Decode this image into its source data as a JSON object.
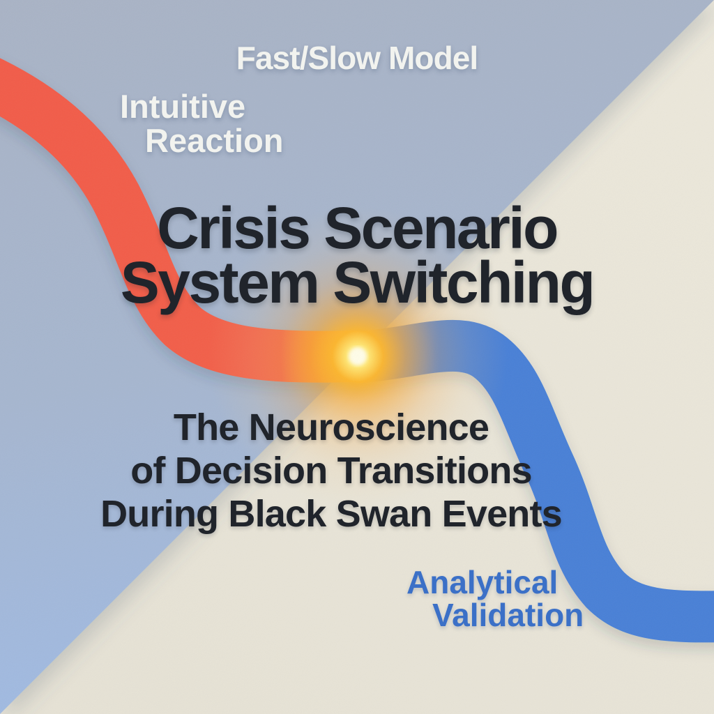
{
  "poster": {
    "header_label": "Fast/Slow Model",
    "title": {
      "line1": "Crisis Scenario",
      "line2": "System Switching"
    },
    "subtitle": {
      "line1": "The Neuroscience",
      "line2": "of Decision Transitions",
      "line3": "During Black Swan Events"
    },
    "fast_system_label": {
      "line1": "Intuitive",
      "line2": "Reaction"
    },
    "slow_system_label": {
      "line1": "Analytical",
      "line2": "Validation"
    }
  },
  "shapes": {
    "background_split": "diagonal-split-background",
    "fast_ribbon": "red-intuitive-ribbon",
    "slow_ribbon": "blue-analytical-ribbon",
    "junction": "orange-switch-glow"
  },
  "colors": {
    "background_upper_gray_blue": "#a9b3c5",
    "background_lower_left_blue": "#a0bae2",
    "background_cream": "#ece8db",
    "background_cream_deep": "#e6e2d5",
    "ribbon_fast_red": "#f15b4a",
    "ribbon_fast_tip_orange": "#f9a13c",
    "ribbon_slow_blue": "#4a80d6",
    "glow_orange": "#fcb62e",
    "glow_core": "#fff7cf",
    "title_ink": "#20242b",
    "light_label": "#f2f3ef",
    "slow_label_blue": "#3b70c7"
  }
}
